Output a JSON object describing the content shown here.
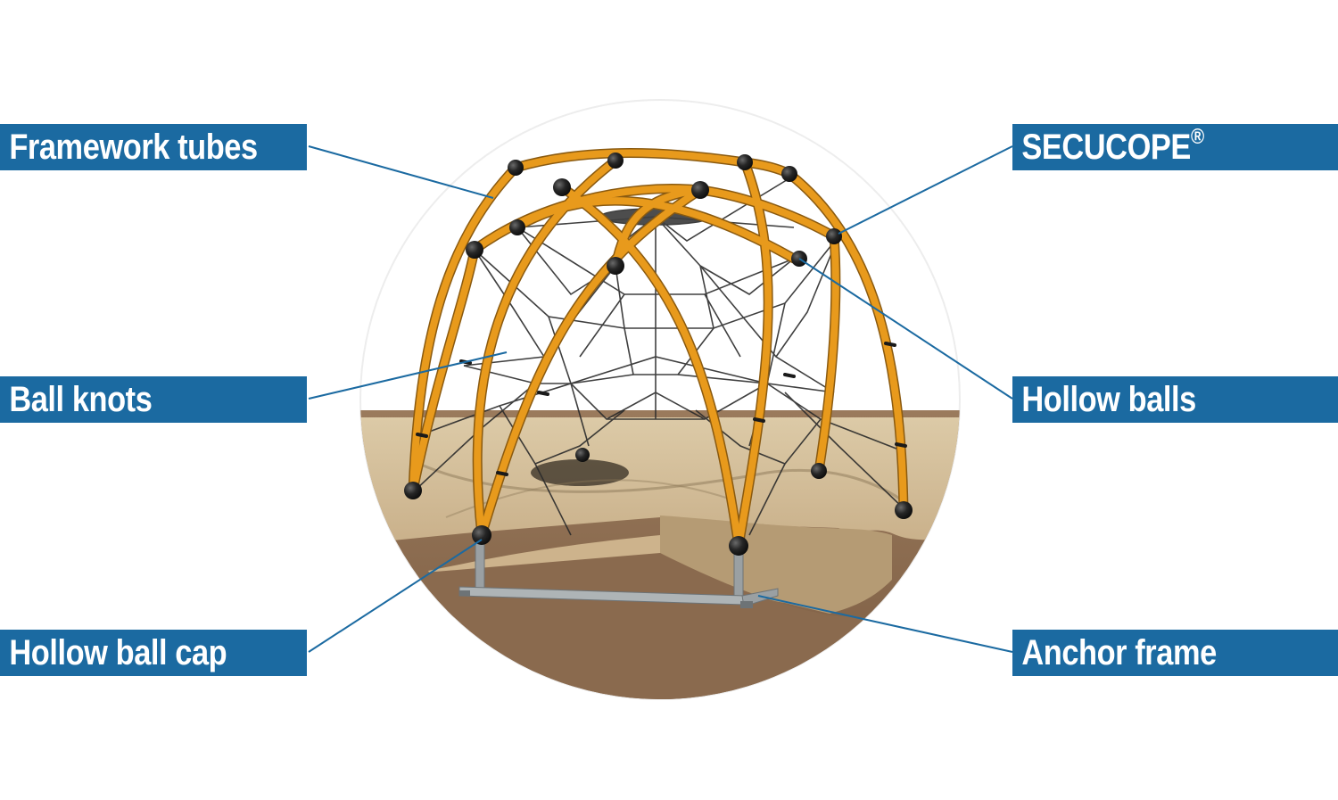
{
  "callouts": {
    "framework_tubes": "Framework tubes",
    "ball_knots": "Ball knots",
    "hollow_ball_cap": "Hollow ball cap",
    "secucope": "SECUCOPE",
    "secucope_mark": "®",
    "hollow_balls": "Hollow balls",
    "anchor_frame": "Anchor frame"
  },
  "colors": {
    "label_background": "#1b6aa1",
    "label_text": "#ffffff",
    "leader_line": "#1b6aa1",
    "framework_tube": "#e89a1c",
    "hollow_ball": "#1e1e1e",
    "rope": "#2b2b2b",
    "sand": "#d9c6a3",
    "soil": "#8d6e52"
  }
}
